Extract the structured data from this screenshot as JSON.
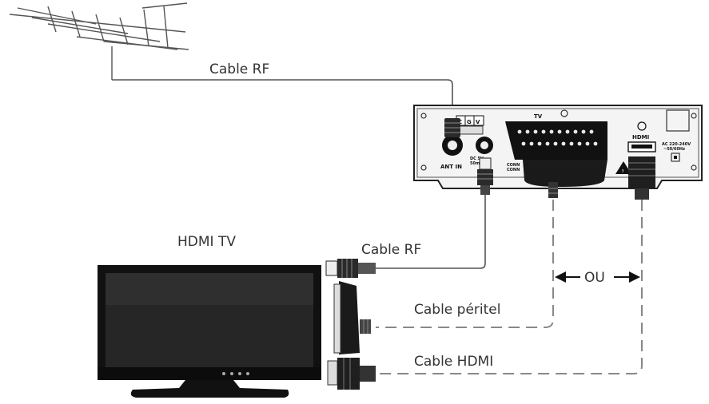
{
  "labels": {
    "cable_rf_antenna": "Cable RF",
    "hdmi_tv": "HDMI TV",
    "cable_rf_tv": "Cable RF",
    "ou": "OU",
    "cable_peritel": "Cable péritel",
    "cable_hdmi": "Cable HDMI"
  },
  "receiver": {
    "tv_label": "TV",
    "ant_in": "ANT IN",
    "cgv": [
      "C",
      "G",
      "V"
    ],
    "hdmi_logo": "HDMI",
    "power_rating_1": "AC 220-240V",
    "power_rating_2": "~50/60Hz",
    "conn_label": "CONN"
  },
  "colors": {
    "line": "#555555",
    "dashed": "#777777",
    "device_dark": "#1a1a1a",
    "tv_screen": "#262626"
  }
}
